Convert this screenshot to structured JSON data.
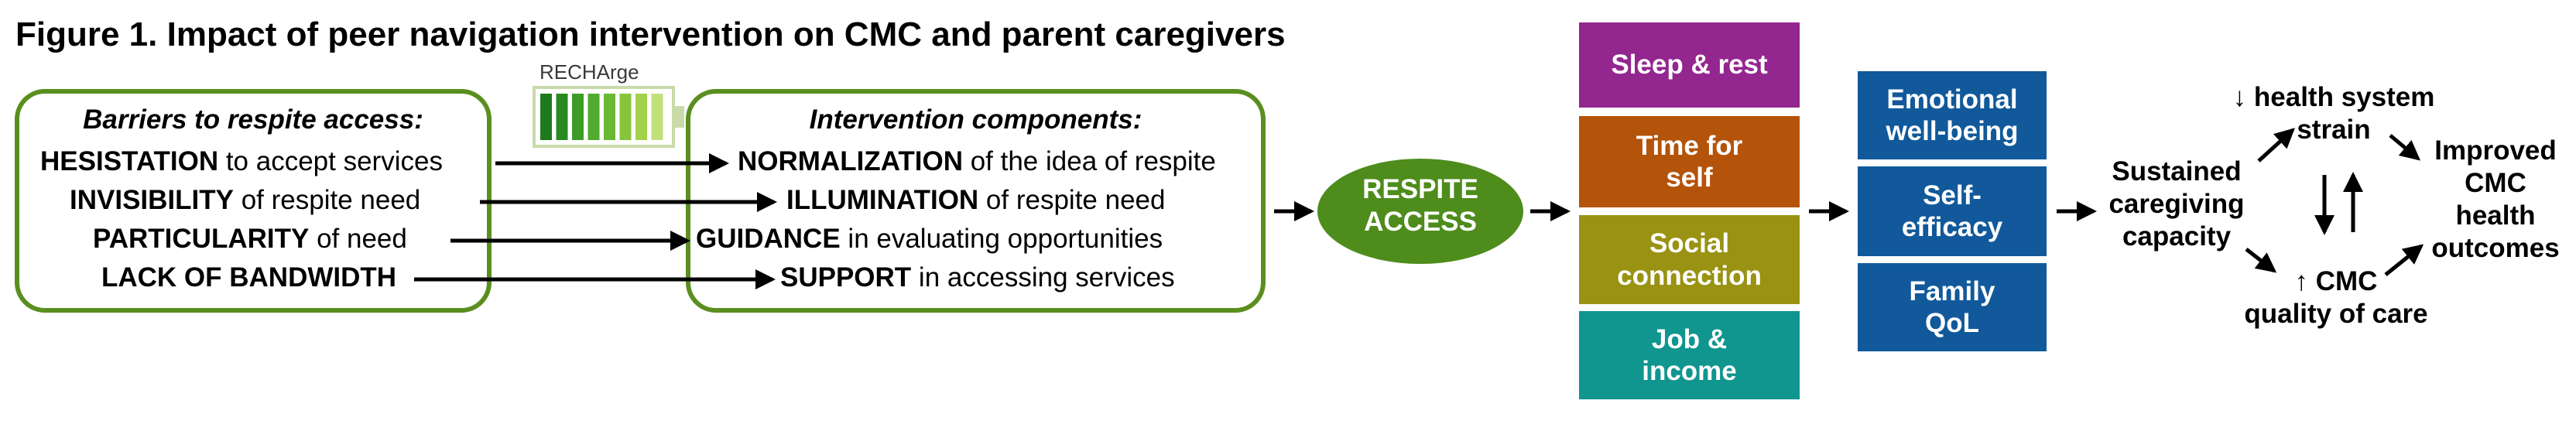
{
  "figure": {
    "title": "Figure 1. Impact of peer navigation intervention on CMC and parent caregivers"
  },
  "logo": {
    "label": "RECHArge",
    "bar_colors": [
      "#1e7a1e",
      "#2a8a22",
      "#3d9c28",
      "#52ab2e",
      "#6ab832",
      "#86c53a",
      "#a3d24a",
      "#c2e07a"
    ]
  },
  "barriers": {
    "heading": "Barriers to respite access:",
    "items": [
      {
        "bold": "HESISTATION",
        "rest": " to accept services"
      },
      {
        "bold": "INVISIBILITY",
        "rest": " of respite need"
      },
      {
        "bold": "PARTICULARITY",
        "rest": " of need"
      },
      {
        "bold": "LACK OF BANDWIDTH",
        "rest": ""
      }
    ]
  },
  "components": {
    "heading": "Intervention components:",
    "items": [
      {
        "bold": "NORMALIZATION",
        "rest": " of the idea of respite"
      },
      {
        "bold": "ILLUMINATION",
        "rest": " of respite need"
      },
      {
        "bold": "GUIDANCE",
        "rest": " in evaluating opportunities"
      },
      {
        "bold": "SUPPORT",
        "rest": " in accessing services"
      }
    ]
  },
  "respite": {
    "label": "RESPITE\nACCESS",
    "color": "#4e8c1c"
  },
  "benefits": [
    {
      "label": "Sleep & rest",
      "color": "#93268f"
    },
    {
      "label": "Time for\nself",
      "color": "#b4530a"
    },
    {
      "label": "Social\nconnection",
      "color": "#999213"
    },
    {
      "label": "Job &\nincome",
      "color": "#10958f"
    }
  ],
  "wellbeing": [
    {
      "label": "Emotional\nwell-being",
      "color": "#11599a"
    },
    {
      "label": "Self-\nefficacy",
      "color": "#11599a"
    },
    {
      "label": "Family\nQoL",
      "color": "#11599a"
    }
  ],
  "outcomes": {
    "sustained": "Sustained\ncaregiving\ncapacity",
    "strain": "↓ health system\nstrain",
    "quality": "↑ CMC\nquality of care",
    "improved": "Improved\nCMC\nhealth\noutcomes"
  },
  "colors": {
    "box_border": "#5a8f1f",
    "arrow": "#000000"
  }
}
